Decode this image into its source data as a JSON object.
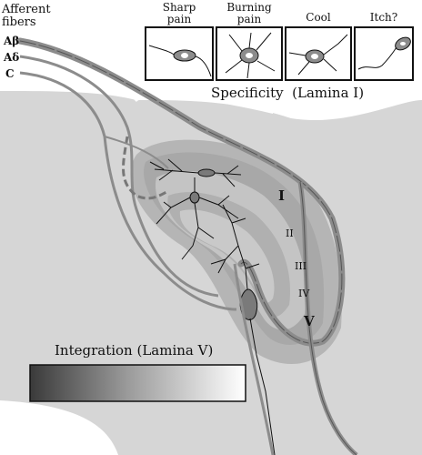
{
  "afferent": {
    "title_line1": "Afferent",
    "title_line2": "fibers",
    "fiber_labels": [
      "Aβ",
      "Aδ",
      "C"
    ]
  },
  "neuron_panels": [
    {
      "label_line1": "Sharp",
      "label_line2": "pain"
    },
    {
      "label_line1": "Burning",
      "label_line2": "pain"
    },
    {
      "label_line1": "Cool",
      "label_line2": ""
    },
    {
      "label_line1": "Itch?",
      "label_line2": ""
    }
  ],
  "specificity_label": "Specificity  (Lamina I)",
  "laminae": [
    "I",
    "II",
    "III",
    "IV",
    "V"
  ],
  "integration_label": "Integration (Lamina V)",
  "colors": {
    "background_gray": "#d6d6d6",
    "lamina_dark": "#a9a9a9",
    "lamina_mid": "#c2c2c2",
    "fiber_gray": "#8c8c8c",
    "neuron_body": "#7a7a7a",
    "gradient_start": "#3a3a3a",
    "gradient_end": "#ffffff"
  }
}
